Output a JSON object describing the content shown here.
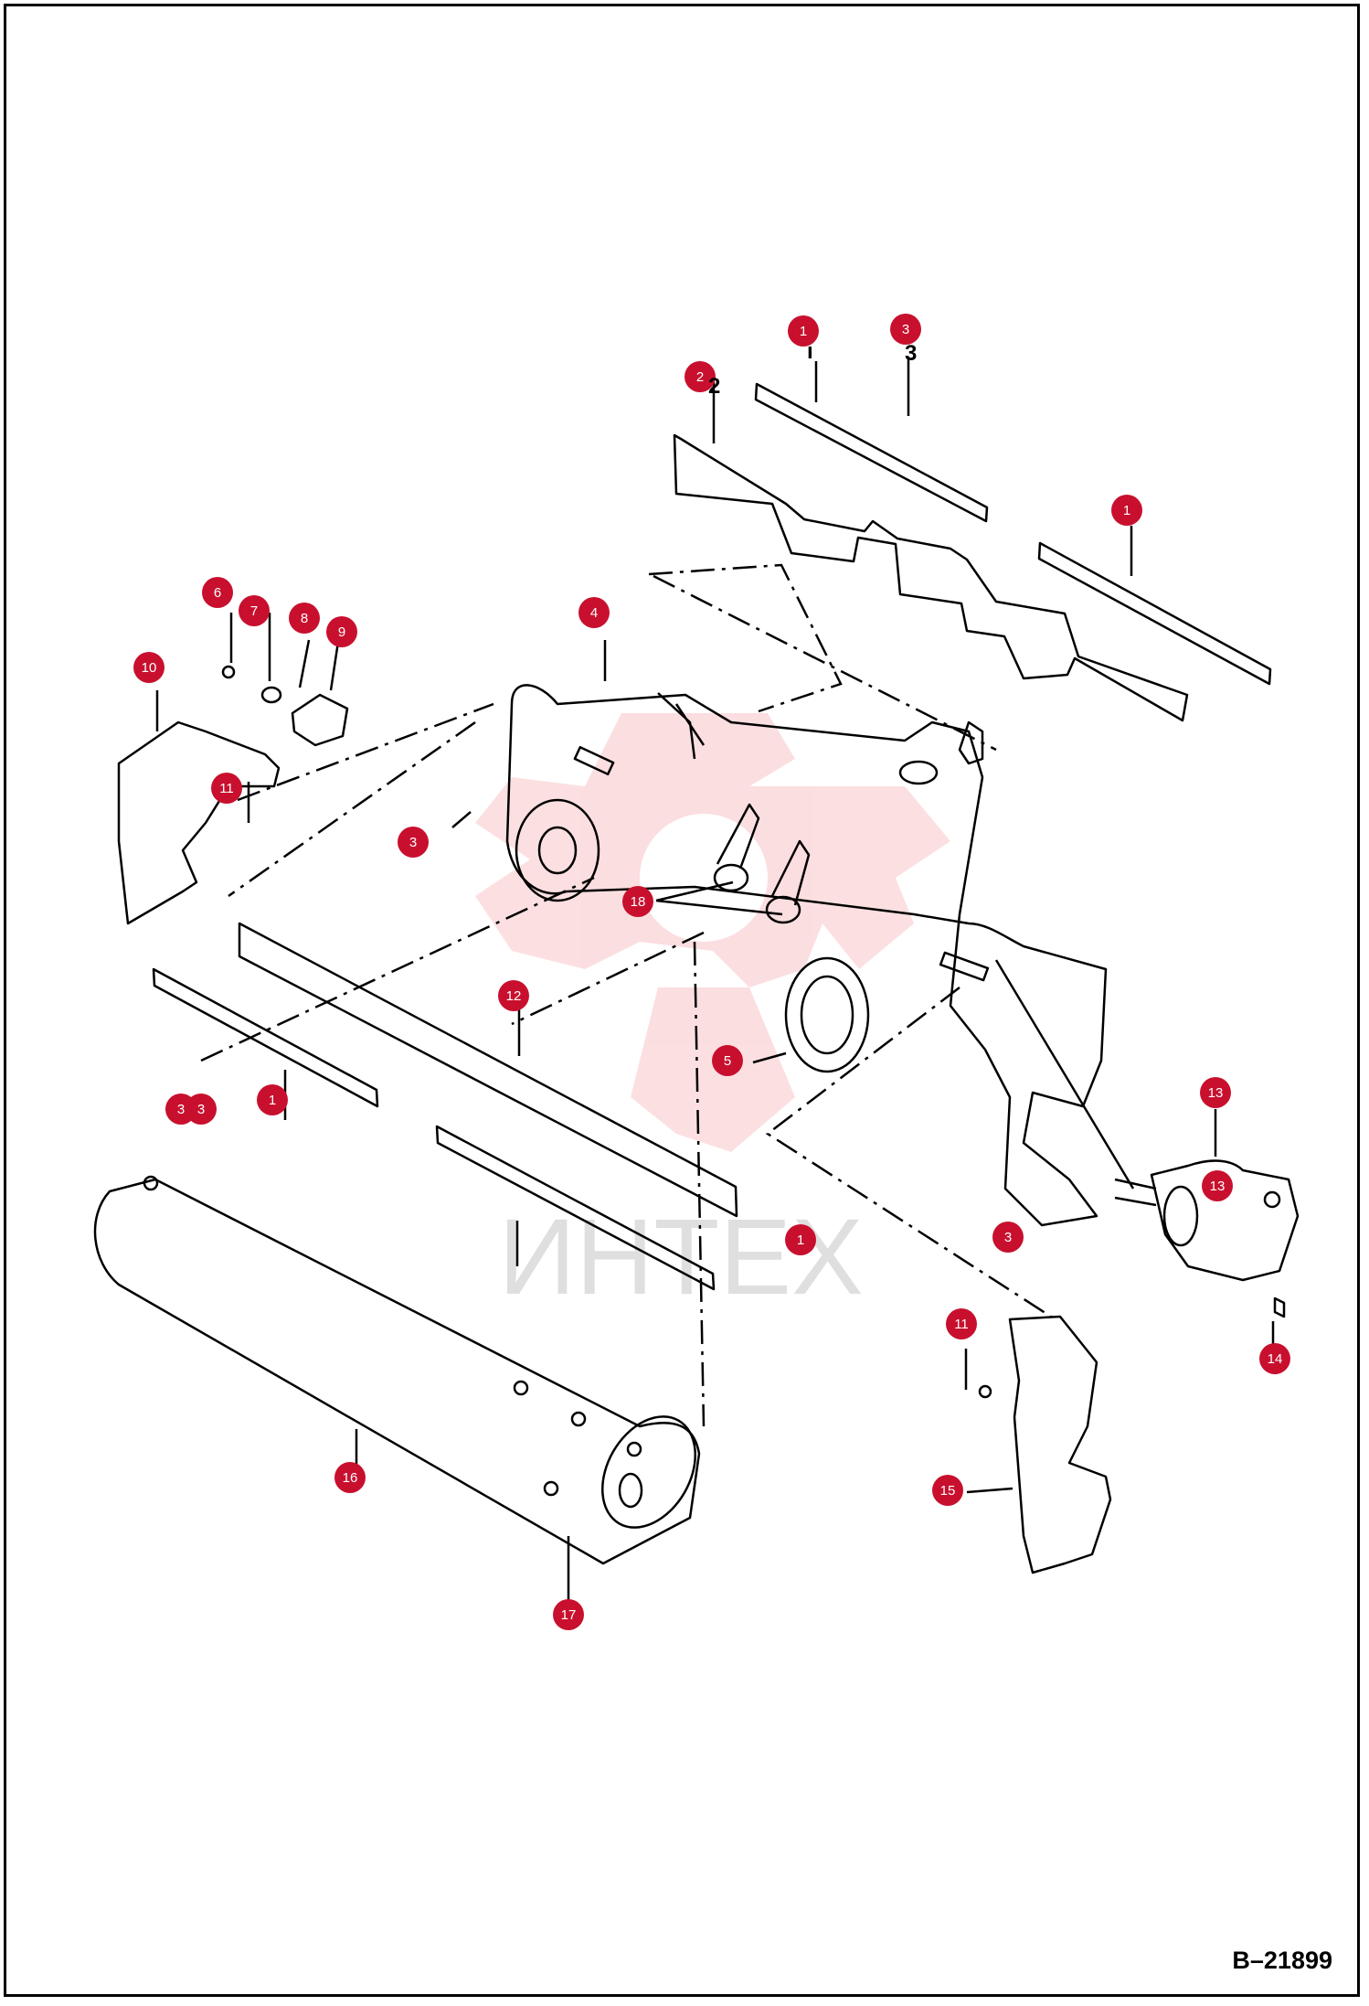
{
  "drawing": {
    "drawing_id": "B–21899",
    "watermark_text": "ИНТЕХ",
    "callout_color": "#c8102e"
  },
  "callouts": [
    "1",
    "1",
    "1",
    "1",
    "2",
    "3",
    "3",
    "3",
    "3",
    "3",
    "4",
    "5",
    "6",
    "7",
    "8",
    "9",
    "10",
    "11",
    "11",
    "12",
    "13",
    "13",
    "14",
    "15",
    "16",
    "17",
    "18"
  ]
}
